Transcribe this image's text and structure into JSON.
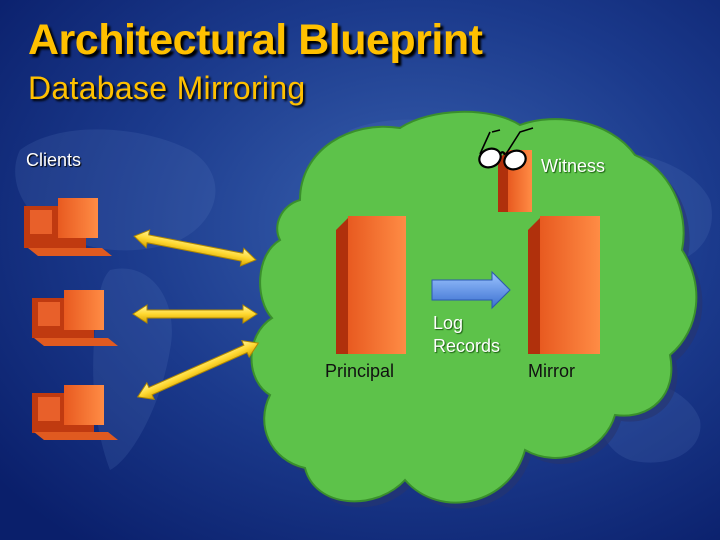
{
  "slide": {
    "title": "Architectural Blueprint",
    "subtitle": "Database Mirroring"
  },
  "labels": {
    "clients": "Clients",
    "witness": "Witness",
    "log_records_line1": "Log",
    "log_records_line2": "Records",
    "principal": "Principal",
    "mirror": "Mirror"
  },
  "colors": {
    "background_dark": "#0a1f6b",
    "background_light": "#3a62b0",
    "title": "#ffc000",
    "cloud_fill": "#5dc24a",
    "cloud_outline": "#3a8f2c",
    "server_front": "#f07030",
    "server_side": "#c03a10",
    "arrow_yellow": "#ffe040",
    "log_arrow": "#5b8fe0"
  }
}
